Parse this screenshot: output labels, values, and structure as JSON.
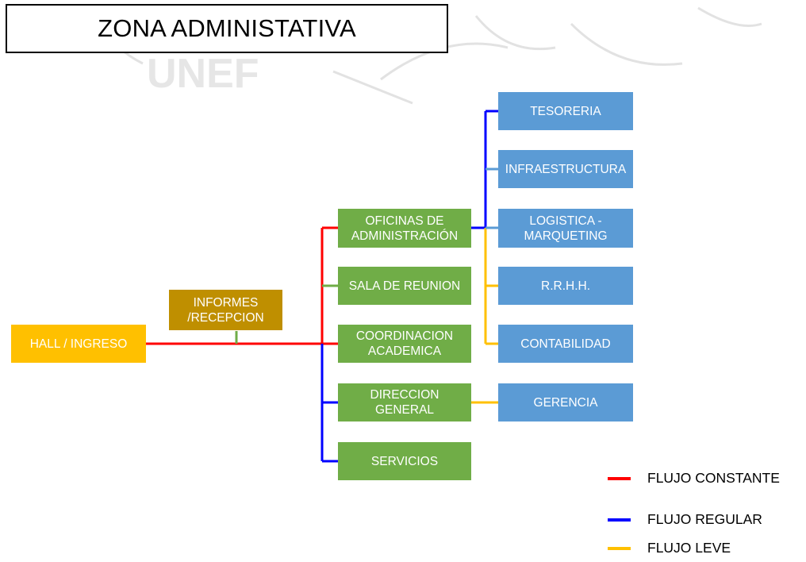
{
  "title": "ZONA ADMINISTATIVA",
  "colors": {
    "constant": "#ff0000",
    "regular": "#0000ff",
    "light": "#ffc000",
    "green_box": "#70ad47",
    "blue_box": "#5b9bd5",
    "gold_box": "#bf8f00",
    "yellow_box": "#ffc000"
  },
  "nodes": {
    "hall": "HALL / INGRESO",
    "informes": "INFORMES /RECEPCION",
    "oficinas": "OFICINAS DE ADMINISTRACIÓN",
    "sala": "SALA DE REUNION",
    "coordinacion": "COORDINACION ACADEMICA",
    "direccion": "DIRECCION GENERAL",
    "servicios": "SERVICIOS",
    "tesoreria": "TESORERIA",
    "infraestructura": "INFRAESTRUCTURA",
    "logistica": "LOGISTICA - MARQUETING",
    "rrhh": "R.R.H.H.",
    "contabilidad": "CONTABILIDAD",
    "gerencia": "GERENCIA"
  },
  "legend": [
    {
      "label": "FLUJO CONSTANTE",
      "color": "#ff0000"
    },
    {
      "label": "FLUJO REGULAR",
      "color": "#0000ff"
    },
    {
      "label": "FLUJO LEVE",
      "color": "#ffc000"
    }
  ]
}
